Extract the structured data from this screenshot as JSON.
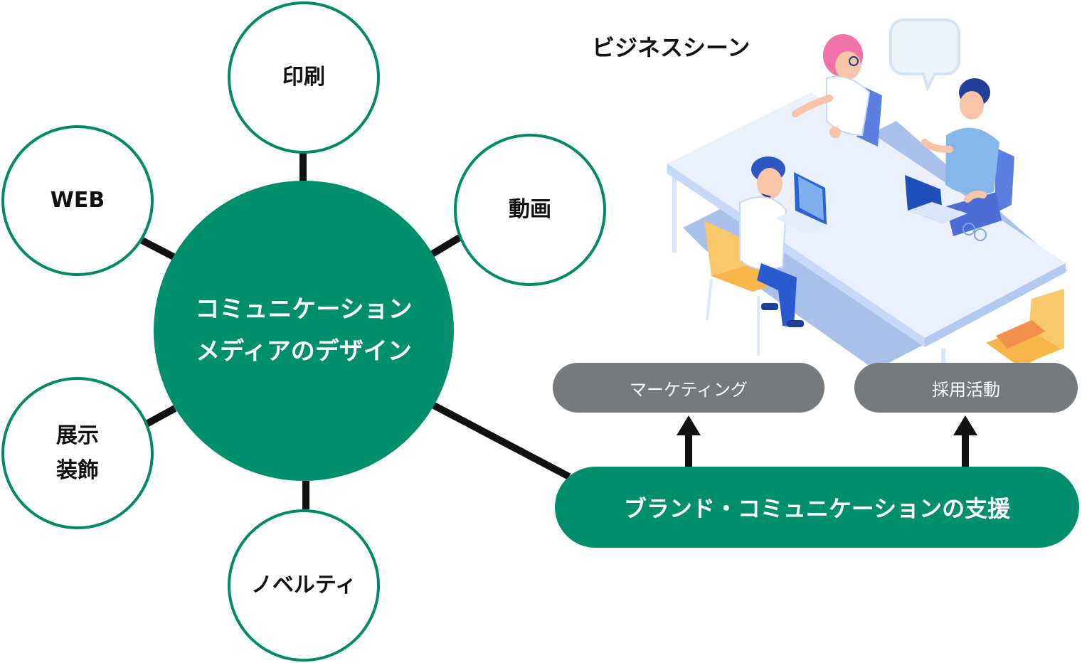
{
  "diagram": {
    "center": {
      "line1": "コミュニケーション",
      "line2": "メディアのデザイン"
    },
    "nodes": {
      "print": "印刷",
      "web": "WEB",
      "video": "動画",
      "exhibit_line1": "展示",
      "exhibit_line2": "装飾",
      "novelty": "ノベルティ"
    },
    "business_scene": {
      "title": "ビジネスシーン",
      "marketing": "マーケティング",
      "recruiting": "採用活動"
    },
    "support_label": "ブランド・コミュニケーションの支援"
  },
  "colors": {
    "green": "#008f6c",
    "green_border": "#008a66",
    "gray_pill": "#777a7c",
    "connector": "#111111"
  }
}
